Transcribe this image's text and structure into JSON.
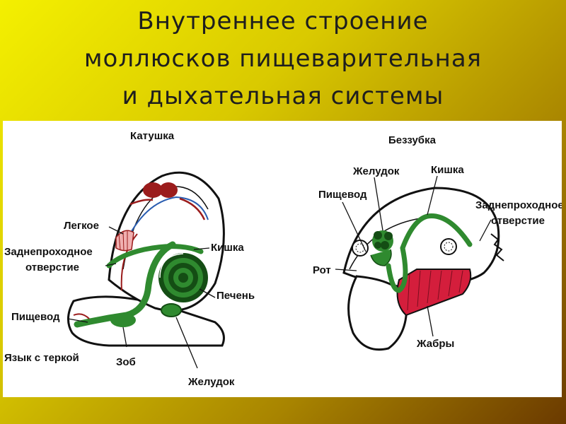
{
  "title": {
    "line1": "Внутреннее строение",
    "line2": "моллюсков пищеварительная",
    "line3": "и дыхательная системы"
  },
  "snail": {
    "name": "Катушка",
    "labels": {
      "lung": "Легкое",
      "anus_line1": "Заднепроходное",
      "anus_line2": "отверстие",
      "intestine": "Кишка",
      "liver": "Печень",
      "esophagus": "Пищевод",
      "tongue": "Язык с теркой",
      "crop": "Зоб",
      "stomach": "Желудок"
    }
  },
  "clam": {
    "name": "Беззубка",
    "labels": {
      "stomach": "Желудок",
      "intestine": "Кишка",
      "esophagus": "Пищевод",
      "anus_line1": "Заднепроходное",
      "anus_line2": "отверстие",
      "mouth": "Рот",
      "gills": "Жабры"
    }
  },
  "colors": {
    "organ_green": "#2f8a2f",
    "organ_dark": "#144d14",
    "gills_red": "#d41e3c",
    "outline": "#111111",
    "heart_red": "#9b1c1c"
  }
}
